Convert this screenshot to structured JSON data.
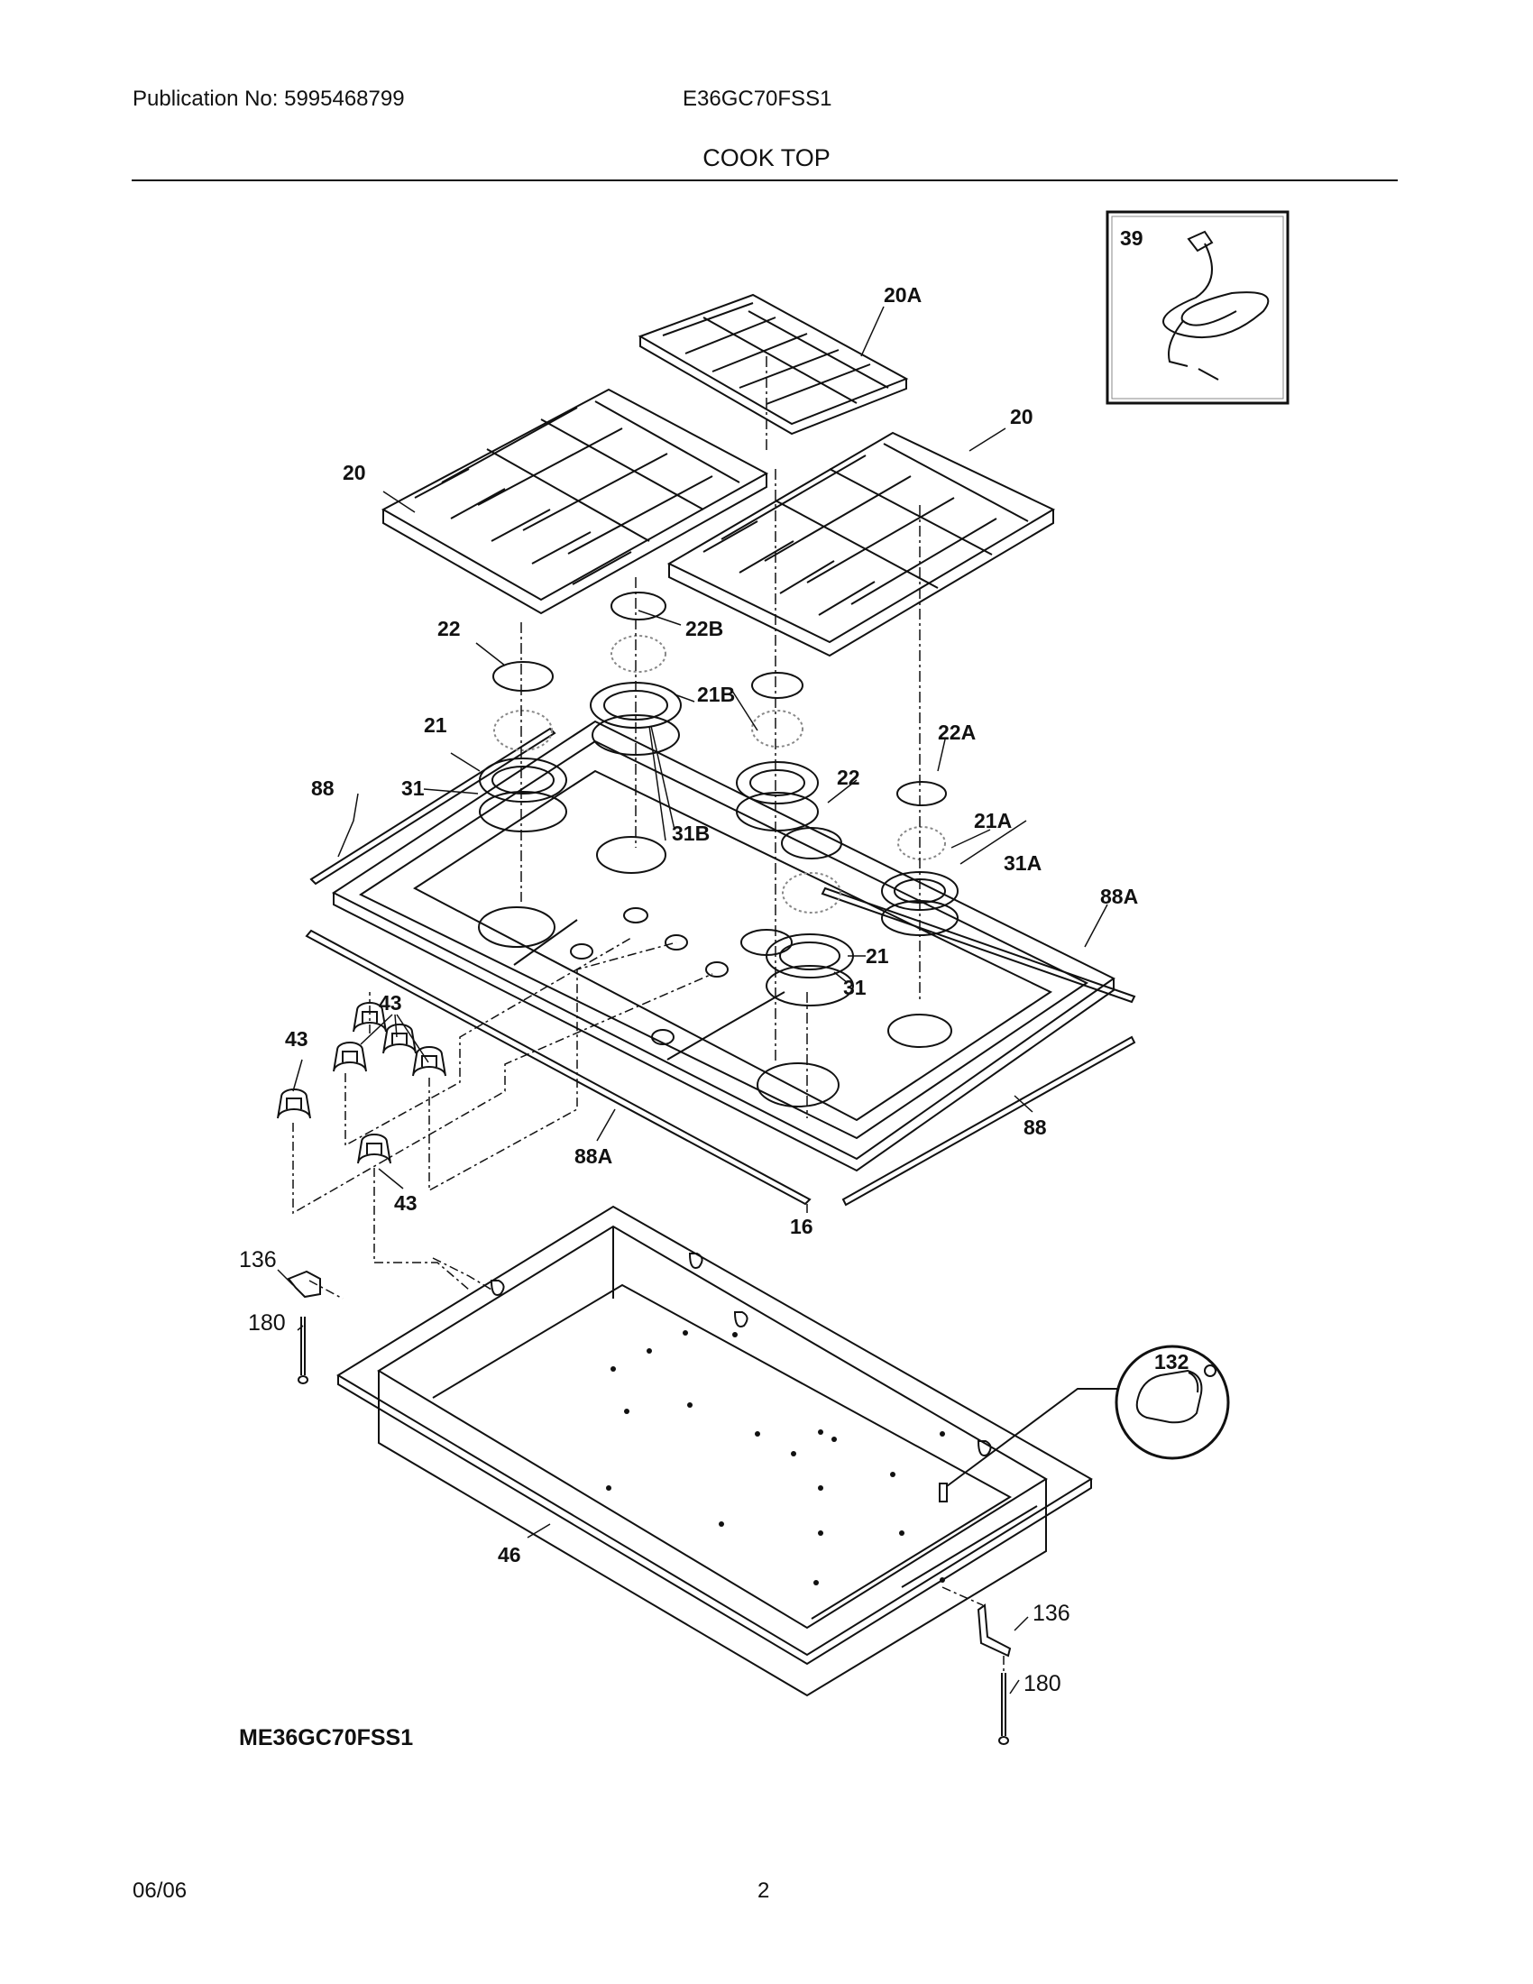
{
  "header": {
    "publication": "Publication No: 5995468799",
    "model": "E36GC70FSS1",
    "section_title": "COOK TOP"
  },
  "diagram": {
    "id": "ME36GC70FSS1",
    "parts": [
      {
        "key": "p20A",
        "label": "20A"
      },
      {
        "key": "p20_left",
        "label": "20"
      },
      {
        "key": "p20_right",
        "label": "20"
      },
      {
        "key": "p39",
        "label": "39"
      },
      {
        "key": "p22_left",
        "label": "22"
      },
      {
        "key": "p22B",
        "label": "22B"
      },
      {
        "key": "p21B",
        "label": "21B"
      },
      {
        "key": "p21_left",
        "label": "21"
      },
      {
        "key": "p22A",
        "label": "22A"
      },
      {
        "key": "p88_left",
        "label": "88"
      },
      {
        "key": "p31_left",
        "label": "31"
      },
      {
        "key": "p22_mid",
        "label": "22"
      },
      {
        "key": "p21A",
        "label": "21A"
      },
      {
        "key": "p31B",
        "label": "31B"
      },
      {
        "key": "p31A",
        "label": "31A"
      },
      {
        "key": "p88A_right",
        "label": "88A"
      },
      {
        "key": "p21_front",
        "label": "21"
      },
      {
        "key": "p31_front",
        "label": "31"
      },
      {
        "key": "p43_top",
        "label": "43"
      },
      {
        "key": "p43_left",
        "label": "43"
      },
      {
        "key": "p88_right",
        "label": "88"
      },
      {
        "key": "p88A_front",
        "label": "88A"
      },
      {
        "key": "p43_bottom",
        "label": "43"
      },
      {
        "key": "p16",
        "label": "16"
      },
      {
        "key": "p136_left",
        "label": "136"
      },
      {
        "key": "p180_left",
        "label": "180"
      },
      {
        "key": "p132",
        "label": "132"
      },
      {
        "key": "p46",
        "label": "46"
      },
      {
        "key": "p136_right",
        "label": "136"
      },
      {
        "key": "p180_right",
        "label": "180"
      }
    ]
  },
  "footer": {
    "date": "06/06",
    "page_number": "2"
  }
}
